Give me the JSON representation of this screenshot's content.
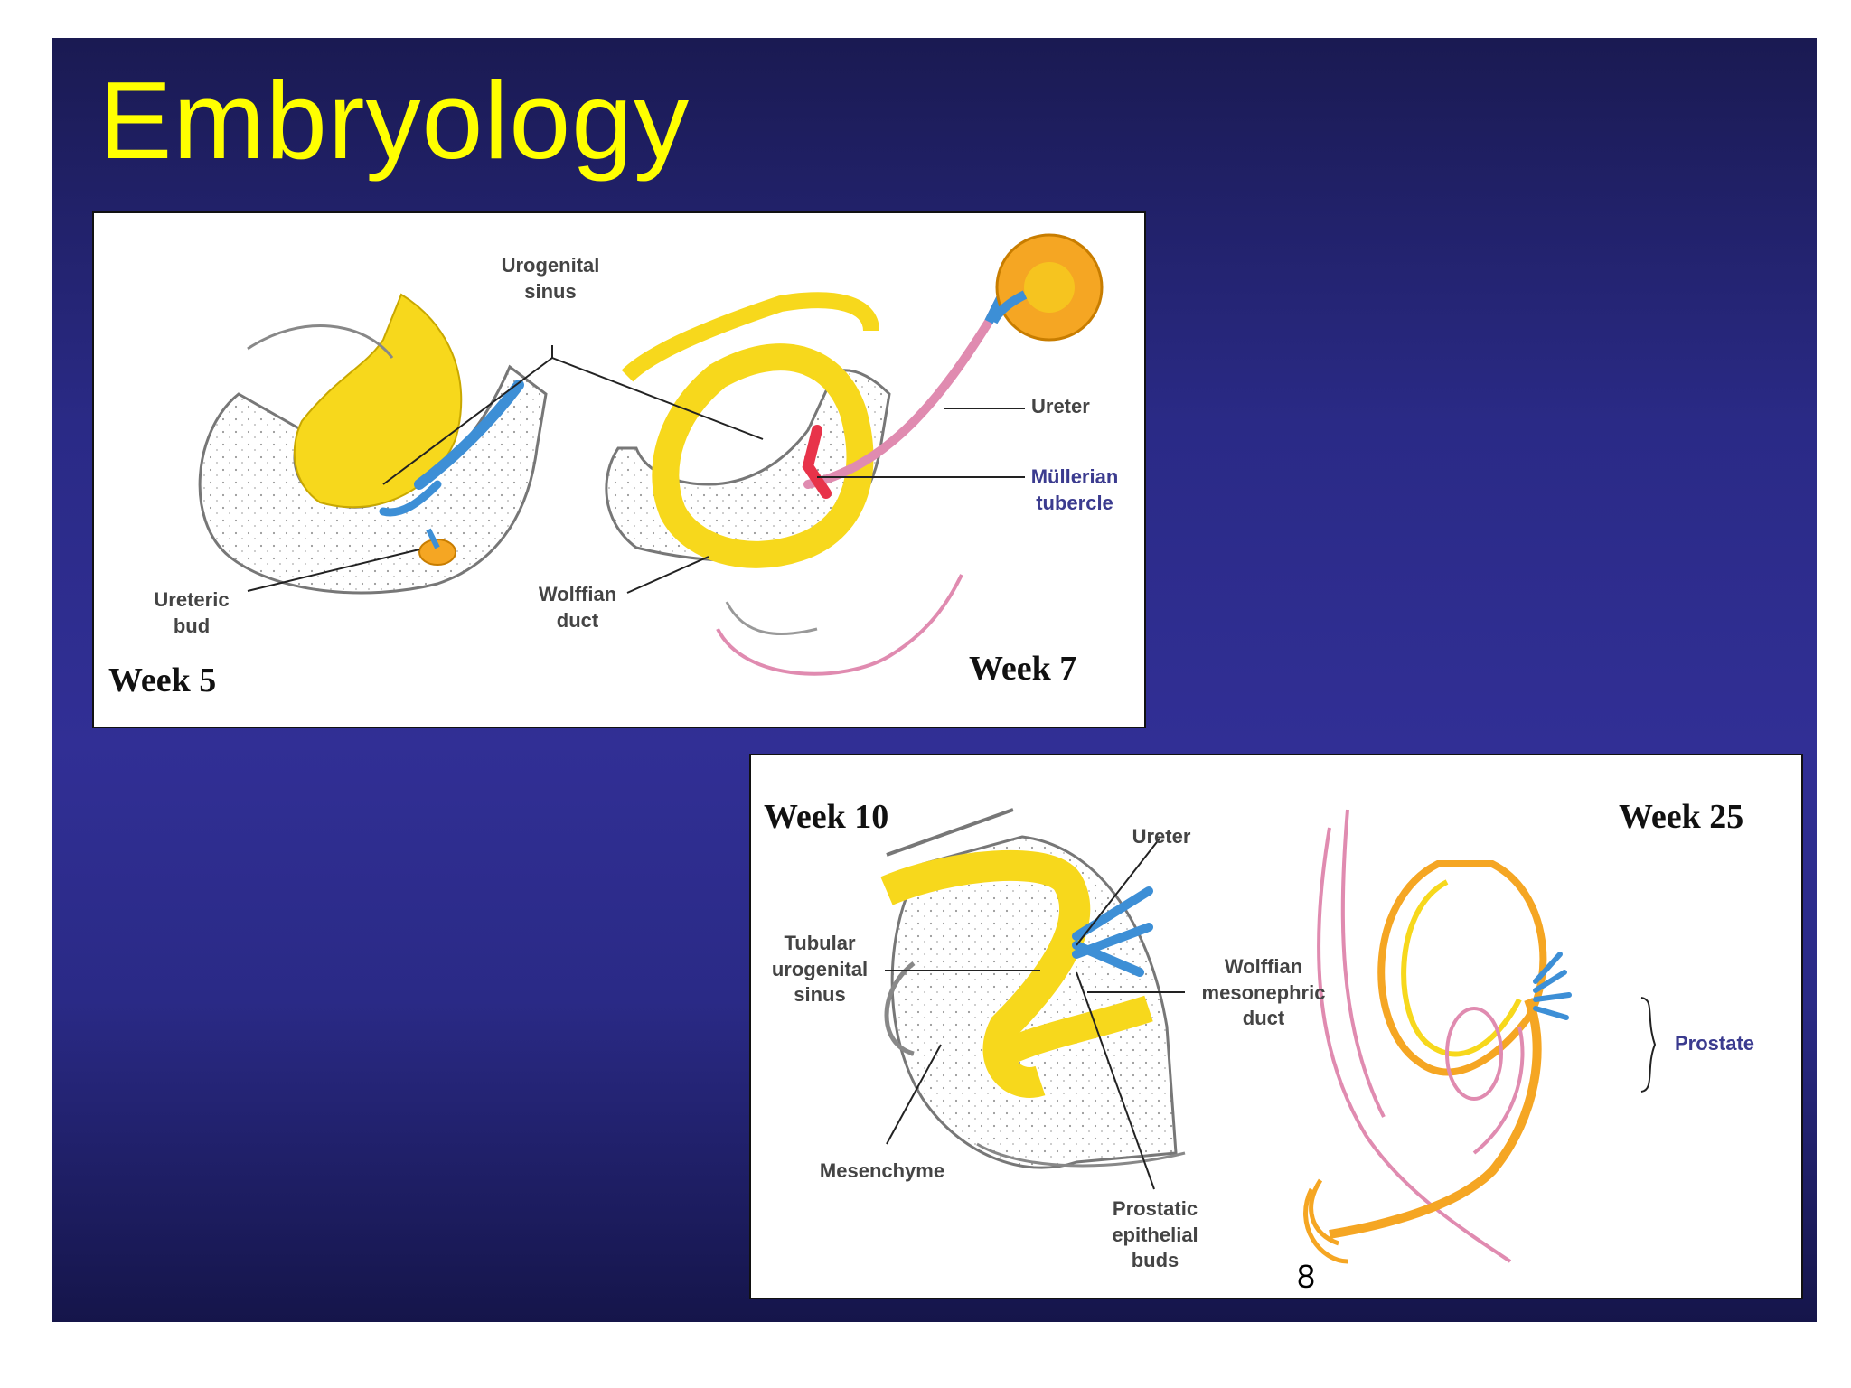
{
  "slide": {
    "title": "Embryology",
    "page_number": "8",
    "background_color": "#2a2a86",
    "title_color": "#ffff00"
  },
  "figure_top": {
    "week_left": "Week 5",
    "week_right": "Week 7",
    "labels": {
      "urogenital_sinus": "Urogenital sinus",
      "ureteric_bud": "Ureteric bud",
      "wolffian_duct": "Wolffian duct",
      "ureter": "Ureter",
      "mullerian_tubercle": "Müllerian tubercle"
    }
  },
  "figure_bottom": {
    "week_left": "Week 10",
    "week_right": "Week 25",
    "labels": {
      "ureter": "Ureter",
      "tubular_urogenital_sinus": "Tubular urogenital sinus",
      "wolffian_mesonephric_duct": "Wolffian mesonephric duct",
      "mesenchyme": "Mesenchyme",
      "prostatic_epithelial_buds": "Prostatic epithelial buds",
      "prostate": "Prostate"
    }
  },
  "colors": {
    "yellow_tissue": "#f7d81c",
    "orange_tissue": "#f5a623",
    "ureter_blue": "#3d8fd6",
    "mullerian_red": "#e8334a",
    "pink_outline": "#e08bb0"
  }
}
